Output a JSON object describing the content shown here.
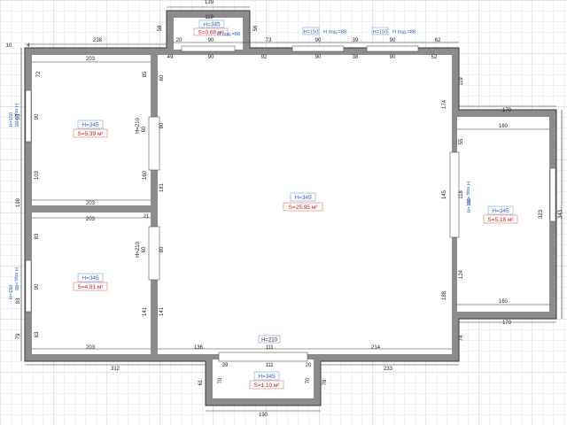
{
  "rooms": [
    {
      "id": "room-top-left",
      "height_label": "H=345",
      "area_label": "S=5.39 м²"
    },
    {
      "id": "room-bottom-left",
      "height_label": "H=345",
      "area_label": "S=4.91 м²"
    },
    {
      "id": "room-main",
      "height_label": "H=345",
      "area_label": "S=25.95 м²"
    },
    {
      "id": "room-right",
      "height_label": "H=345",
      "area_label": "S=5.18 м²"
    },
    {
      "id": "room-top-small",
      "height_label": "H=345",
      "area_label": "S=0.68 м²"
    },
    {
      "id": "room-bottom-small",
      "height_label": "H=345",
      "area_label": "S=1.10 м²"
    }
  ],
  "window_labels": {
    "top_small": "H под.=88",
    "top_a_h": "H=150",
    "top_a_sill": "H под.=88",
    "top_b_h": "H=150",
    "top_b_sill": "H под.=88",
    "left_a_h": "H=150",
    "left_a_sill": "H под.=88",
    "left_b_h": "H=150",
    "left_b_sill": "H под.=88",
    "right_h": "H=150",
    "right_sill": "H под.=88",
    "door_main": "H=210",
    "door_a": "H=210",
    "door_b": "H=210"
  },
  "dims": {
    "d139": "139",
    "d119": "119",
    "d58": "58",
    "d56": "56",
    "d10a": "10",
    "d4a": "4",
    "d238": "238",
    "d20a": "20",
    "d90a": "90",
    "d73": "73",
    "d90b": "90",
    "d39a": "39",
    "d90c": "90",
    "d62": "62",
    "d49": "49",
    "d90d": "90",
    "d92": "92",
    "d90e": "90",
    "d38": "38",
    "d90f": "90",
    "d52": "52",
    "d203a": "203",
    "d203b": "203",
    "d203c": "203",
    "d203d": "203",
    "d72": "72",
    "d85": "85",
    "d93": "93",
    "d90g": "90",
    "d103": "103",
    "d60a": "60",
    "d160": "160",
    "d21": "21",
    "d198": "198",
    "d83": "83",
    "d90h": "90",
    "d93b": "93",
    "d60b": "60",
    "d60c": "60",
    "d181": "181",
    "d141a": "141",
    "d141b": "141",
    "d79": "79",
    "d63": "63",
    "d312": "312",
    "d136": "136",
    "d111a": "111",
    "d214": "214",
    "d39b": "39",
    "d111b": "111",
    "d20b": "20",
    "d233": "233",
    "d61": "61",
    "d70a": "70",
    "d70b": "70",
    "d78": "78",
    "d190": "190",
    "d119b": "119",
    "d174": "174",
    "d170a": "170",
    "d160b": "160",
    "d55": "55",
    "d145": "145",
    "d118": "118",
    "d323": "323",
    "d343": "343",
    "d124": "124",
    "d188": "188",
    "d160c": "160",
    "d170b": "170",
    "d74": "74",
    "d80a": "80",
    "d80b": "80"
  }
}
